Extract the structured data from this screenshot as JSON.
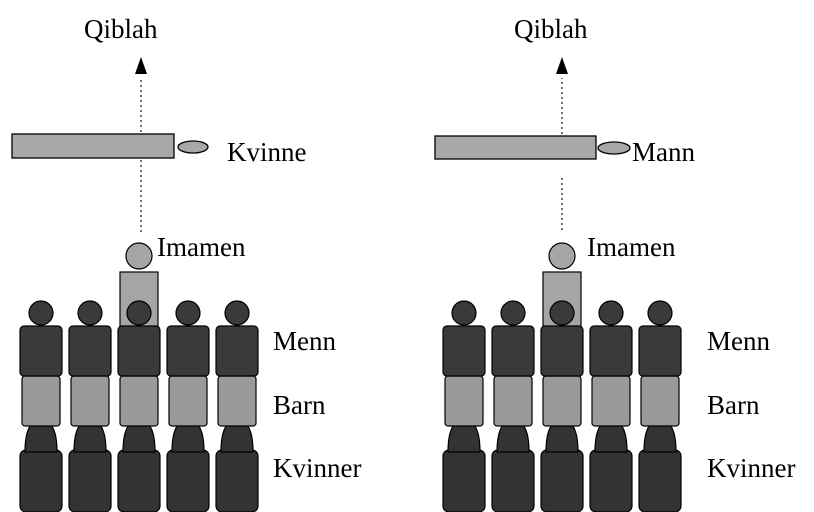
{
  "panels": [
    {
      "qiblah": "Qiblah",
      "person_label": "Kvinne",
      "imam": "Imamen",
      "rows": {
        "men": "Menn",
        "children": "Barn",
        "women": "Kvinner"
      }
    },
    {
      "qiblah": "Qiblah",
      "person_label": "Mann",
      "imam": "Imamen",
      "rows": {
        "men": "Menn",
        "children": "Barn",
        "women": "Kvinner"
      }
    }
  ],
  "colors": {
    "bar_fill": "#a8a8a8",
    "men": "#3a3a3a",
    "children": "#9a9a9a",
    "women": "#333333",
    "imam": "#a5a5a5",
    "outline": "#000000"
  }
}
